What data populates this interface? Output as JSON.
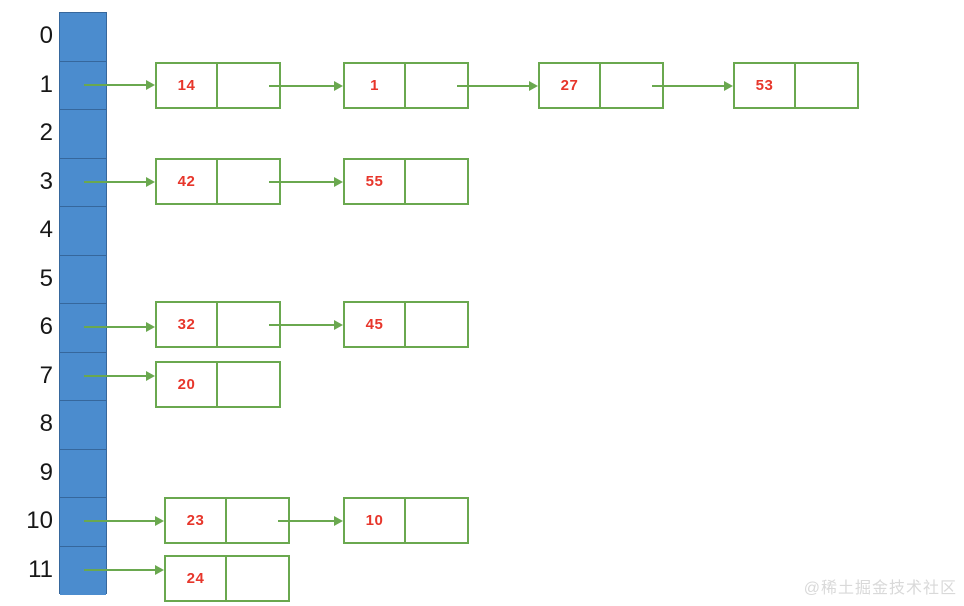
{
  "array": {
    "indices": [
      "0",
      "1",
      "2",
      "3",
      "4",
      "5",
      "6",
      "7",
      "8",
      "9",
      "10",
      "11"
    ]
  },
  "chains": [
    {
      "index": "1",
      "values": [
        "14",
        "1",
        "27",
        "53"
      ]
    },
    {
      "index": "3",
      "values": [
        "42",
        "55"
      ]
    },
    {
      "index": "6",
      "values": [
        "32",
        "45"
      ]
    },
    {
      "index": "7",
      "values": [
        "20"
      ]
    },
    {
      "index": "10",
      "values": [
        "23",
        "10"
      ]
    },
    {
      "index": "11",
      "values": [
        "24"
      ]
    }
  ],
  "watermark": "@稀土掘金技术社区",
  "colors": {
    "array_fill": "#4b8cce",
    "array_border": "#36679c",
    "chain_green": "#6aa84f",
    "value_red": "#e7362b",
    "index_text": "#171717",
    "watermark_gray": "#d9d9d9"
  }
}
